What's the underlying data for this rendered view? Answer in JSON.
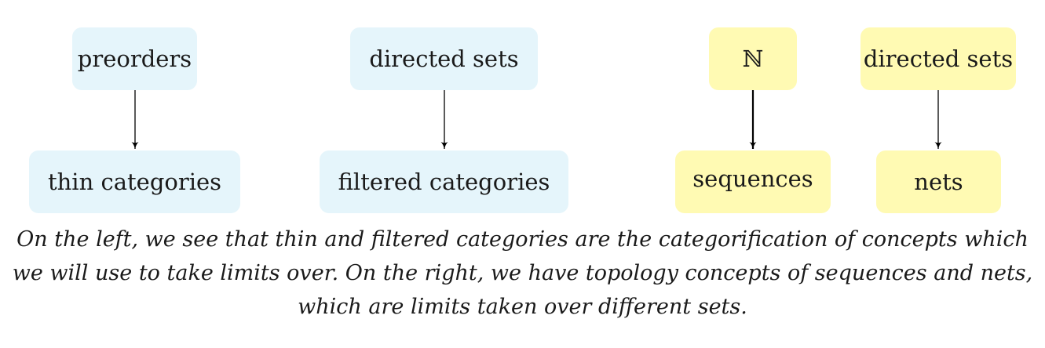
{
  "diagram": {
    "left": {
      "group1": {
        "top": "preorders",
        "bottom": "thin categories"
      },
      "group2": {
        "top": "directed sets",
        "bottom": "filtered categories"
      }
    },
    "right": {
      "group1": {
        "top": "ℕ",
        "bottom": "sequences"
      },
      "group2": {
        "top": "directed sets",
        "bottom": "nets"
      }
    },
    "colors": {
      "left_fill": "#e5f5fb",
      "right_fill": "#fffab3",
      "arrow": "#000000"
    }
  },
  "caption": {
    "line1": "On the left, we see that thin and filtered categories are the categorification of concepts which",
    "line2": "we will use to take limits over. On the right, we have topology concepts of sequences and nets,",
    "line3": "which are limits taken over different sets."
  }
}
